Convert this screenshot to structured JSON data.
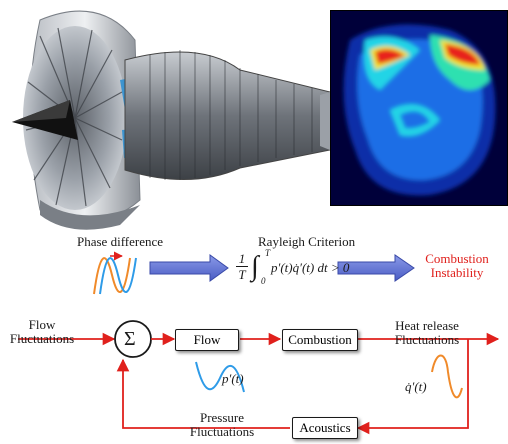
{
  "labels": {
    "phase_difference": "Phase difference",
    "rayleigh_criterion": "Rayleigh Criterion",
    "combustion_instability_line1": "Combustion",
    "combustion_instability_line2": "Instability",
    "flow_fluctuations_line1": "Flow",
    "flow_fluctuations_line2": "Fluctuations",
    "heat_release_line1": "Heat release",
    "heat_release_line2": "Fluctuations",
    "pressure_fluctuations_line1": "Pressure",
    "pressure_fluctuations_line2": "Fluctuations",
    "summation_symbol": "Σ",
    "pressure_signal": "p′(t)",
    "heat_signal": "q̇′(t)"
  },
  "blocks": {
    "flow": "Flow",
    "combustion": "Combustion",
    "acoustics": "Acoustics"
  },
  "formula": {
    "fraction_num": "1",
    "fraction_den": "T",
    "integral_upper": "T",
    "integral_lower": "0",
    "integrand": "p′(t)q̇′(t) dt > 0"
  },
  "colors": {
    "feedback_red": "#e0201c",
    "big_arrow_blue": "#5b6fd0",
    "wave_orange": "#f08a2a",
    "wave_blue": "#2e9be8"
  },
  "images": {
    "engine": "turbofan-engine-cutaway",
    "flame": "flame-heat-release-field"
  }
}
